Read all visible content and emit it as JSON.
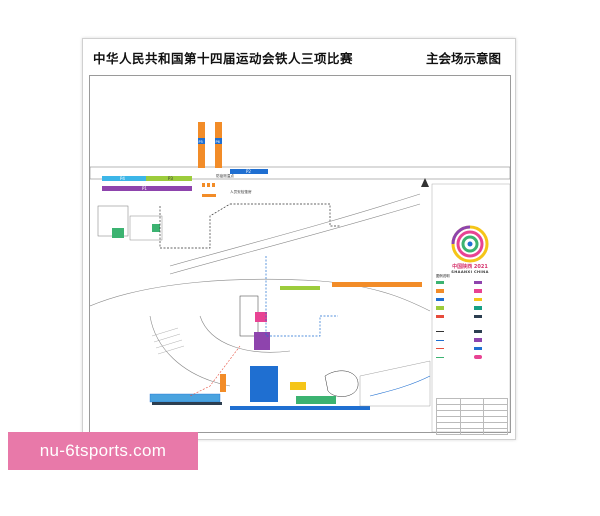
{
  "header": {
    "title": "中华人民共和国第十四届运动会铁人三项比赛",
    "subtitle": "主会场示意图"
  },
  "map": {
    "labels": {
      "p4": "P4",
      "p3": "P3",
      "p2": "P2",
      "p1": "P1",
      "p5": "P5",
      "p6": "P6",
      "label_checkpoint": "防疫测温点",
      "label_security": "人员安检篷房"
    }
  },
  "logo": {
    "cn": "中国陕西 2021",
    "en": "SHAANXI CHINA"
  },
  "legend": {
    "title": "图例说明",
    "colors": {
      "orange": "#f28c28",
      "purple": "#8e44ad",
      "blue": "#1f6fd1",
      "green": "#3cb371",
      "yellow": "#f5c518",
      "pink": "#e84393",
      "red": "#e74c3c",
      "teal": "#16a085",
      "navy": "#2c3e50",
      "lime": "#9ccc3c"
    }
  },
  "watermark": {
    "text": "nu-6tsports.com"
  }
}
